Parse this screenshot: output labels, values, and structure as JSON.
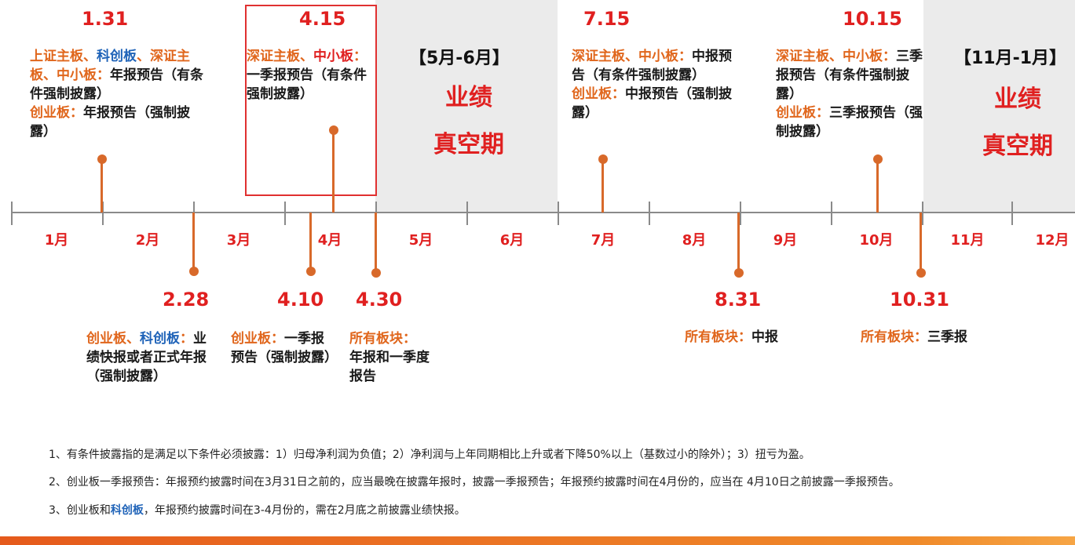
{
  "months": [
    "1月",
    "2月",
    "3月",
    "4月",
    "5月",
    "6月",
    "7月",
    "8月",
    "9月",
    "10月",
    "11月",
    "12月"
  ],
  "events_above": [
    {
      "date": "1.31",
      "parts": [
        [
          "o",
          "上证主板、"
        ],
        [
          "b",
          "科创板"
        ],
        [
          "o",
          "、深证主板、中小板"
        ],
        [
          "o",
          "："
        ],
        [
          "k",
          "年报预告（有条件强制披露）"
        ],
        [
          "br",
          ""
        ],
        [
          "o",
          "创业板："
        ],
        [
          "k",
          "年报预告（强制披露）"
        ]
      ]
    },
    {
      "date": "4.15",
      "parts": [
        [
          "o",
          "深证主板、"
        ],
        [
          "r",
          "中小板"
        ],
        [
          "o",
          "："
        ],
        [
          "k",
          "一季报预告（有条件强制披露）"
        ]
      ]
    },
    {
      "date": "7.15",
      "parts": [
        [
          "o",
          "深证主板、中小板："
        ],
        [
          "k",
          "中报预告（有条件强制披露）"
        ],
        [
          "br",
          ""
        ],
        [
          "o",
          "创业板："
        ],
        [
          "k",
          "中报预告（强制披露）"
        ]
      ]
    },
    {
      "date": "10.15",
      "parts": [
        [
          "o",
          "深证主板、中小板："
        ],
        [
          "k",
          "三季报预告（有条件强制披露）"
        ],
        [
          "br",
          ""
        ],
        [
          "o",
          "创业板："
        ],
        [
          "k",
          "三季报预告（强制披露）"
        ]
      ]
    }
  ],
  "events_below": [
    {
      "date": "2.28",
      "parts": [
        [
          "o",
          "创业板、"
        ],
        [
          "b",
          "科创板"
        ],
        [
          "o",
          "："
        ],
        [
          "k",
          "业绩快报或者正式年报（强制披露）"
        ]
      ]
    },
    {
      "date": "4.10",
      "parts": [
        [
          "o",
          "创业板："
        ],
        [
          "k",
          "一季报预告（强制披露）"
        ]
      ]
    },
    {
      "date": "4.30",
      "parts": [
        [
          "o",
          "所有板块："
        ],
        [
          "br",
          ""
        ],
        [
          "k",
          "年报和一季度报告"
        ]
      ]
    },
    {
      "date": "8.31",
      "parts": [
        [
          "o",
          "所有板块："
        ],
        [
          "k",
          "中报"
        ]
      ]
    },
    {
      "date": "10.31",
      "parts": [
        [
          "o",
          "所有板块："
        ],
        [
          "k",
          "三季报"
        ]
      ]
    }
  ],
  "periods": [
    {
      "range": "【5月-6月】",
      "line1": "业绩",
      "line2": "真空期"
    },
    {
      "range": "【11月-1月】",
      "line1": "业绩",
      "line2": "真空期"
    }
  ],
  "footnotes": [
    {
      "parts": [
        [
          "k",
          "1、有条件披露指的是满足以下条件必须披露：1）归母净利润为负值；2）净利润与上年同期相比上升或者下降50%以上（基数过小的除外）；3）扭亏为盈。"
        ]
      ]
    },
    {
      "parts": [
        [
          "k",
          "2、创业板一季报预告：年报预约披露时间在3月31日之前的，应当最晚在披露年报时，披露一季报预告；年报预约披露时间在4月份的，应当在 4月10日之前披露一季报预告。"
        ]
      ]
    },
    {
      "parts": [
        [
          "k",
          "3、创业板和"
        ],
        [
          "b",
          "科创板"
        ],
        [
          "k",
          "，年报预约披露时间在3-4月份的，需在2月底之前披露业绩快报。"
        ]
      ]
    }
  ],
  "colors": {
    "accent_red": "#e02020",
    "accent_orange": "#e0661c",
    "blue": "#1f63b8",
    "stem": "#d8692a",
    "shade": "#ebebeb"
  }
}
